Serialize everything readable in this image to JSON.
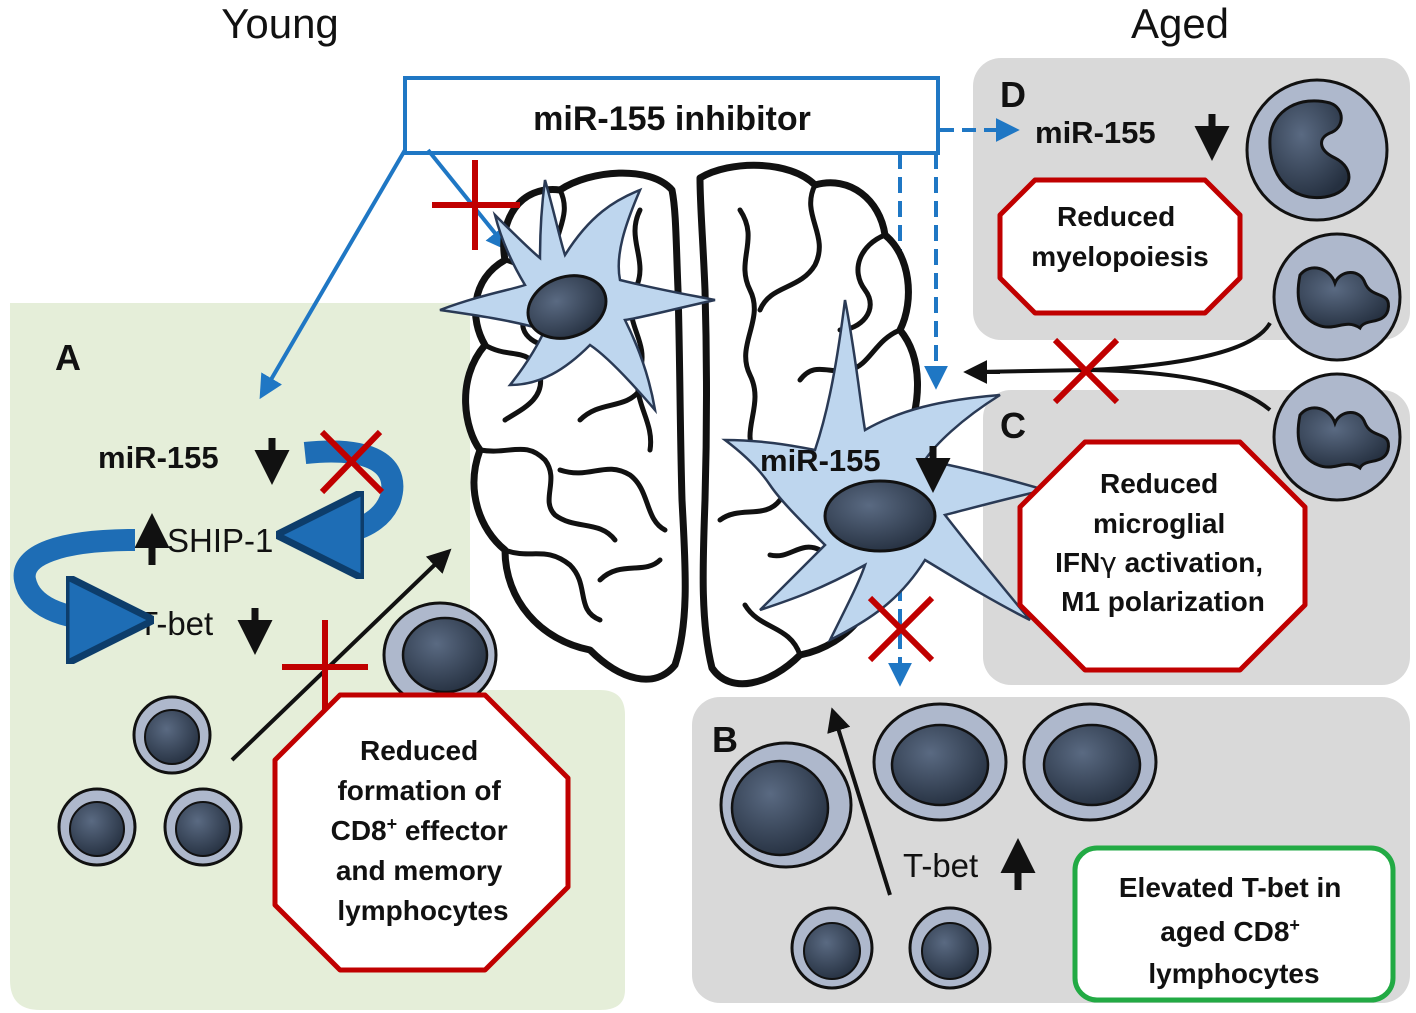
{
  "headers": {
    "left": "Young",
    "right": "Aged"
  },
  "inhibitor": {
    "label": "miR-155 inhibitor"
  },
  "panels": {
    "A": {
      "letter": "A",
      "mir": "miR-155",
      "ship": "SHIP-1",
      "tbet": "T-bet",
      "octagon": [
        "Reduced",
        "formation of",
        "CD8",
        "+",
        " effector",
        "and memory",
        "lymphocytes"
      ]
    },
    "B": {
      "letter": "B",
      "tbet": "T-bet",
      "box": [
        "Elevated T-bet in",
        "aged CD8",
        "+",
        "lymphocytes"
      ]
    },
    "C": {
      "letter": "C",
      "octagon": [
        "Reduced",
        "microglial",
        "IFN",
        "γ",
        " activation,",
        "M1 polarization"
      ]
    },
    "D": {
      "letter": "D",
      "mir": "miR-155",
      "octagon": [
        "Reduced",
        "myelopoiesis"
      ]
    },
    "brain": {
      "mir": "miR-155"
    }
  },
  "colors": {
    "panel_young": "#e5eed9",
    "panel_aged": "#d9d9d9",
    "blue_arrow": "#1f77c4",
    "red_x": "#c00000",
    "octagon_border": "#c00000",
    "box_border": "#22aa44",
    "cell_nucleus": "#37465a",
    "cell_body": "#aeb8cc",
    "microglia": "#bed6ee"
  }
}
